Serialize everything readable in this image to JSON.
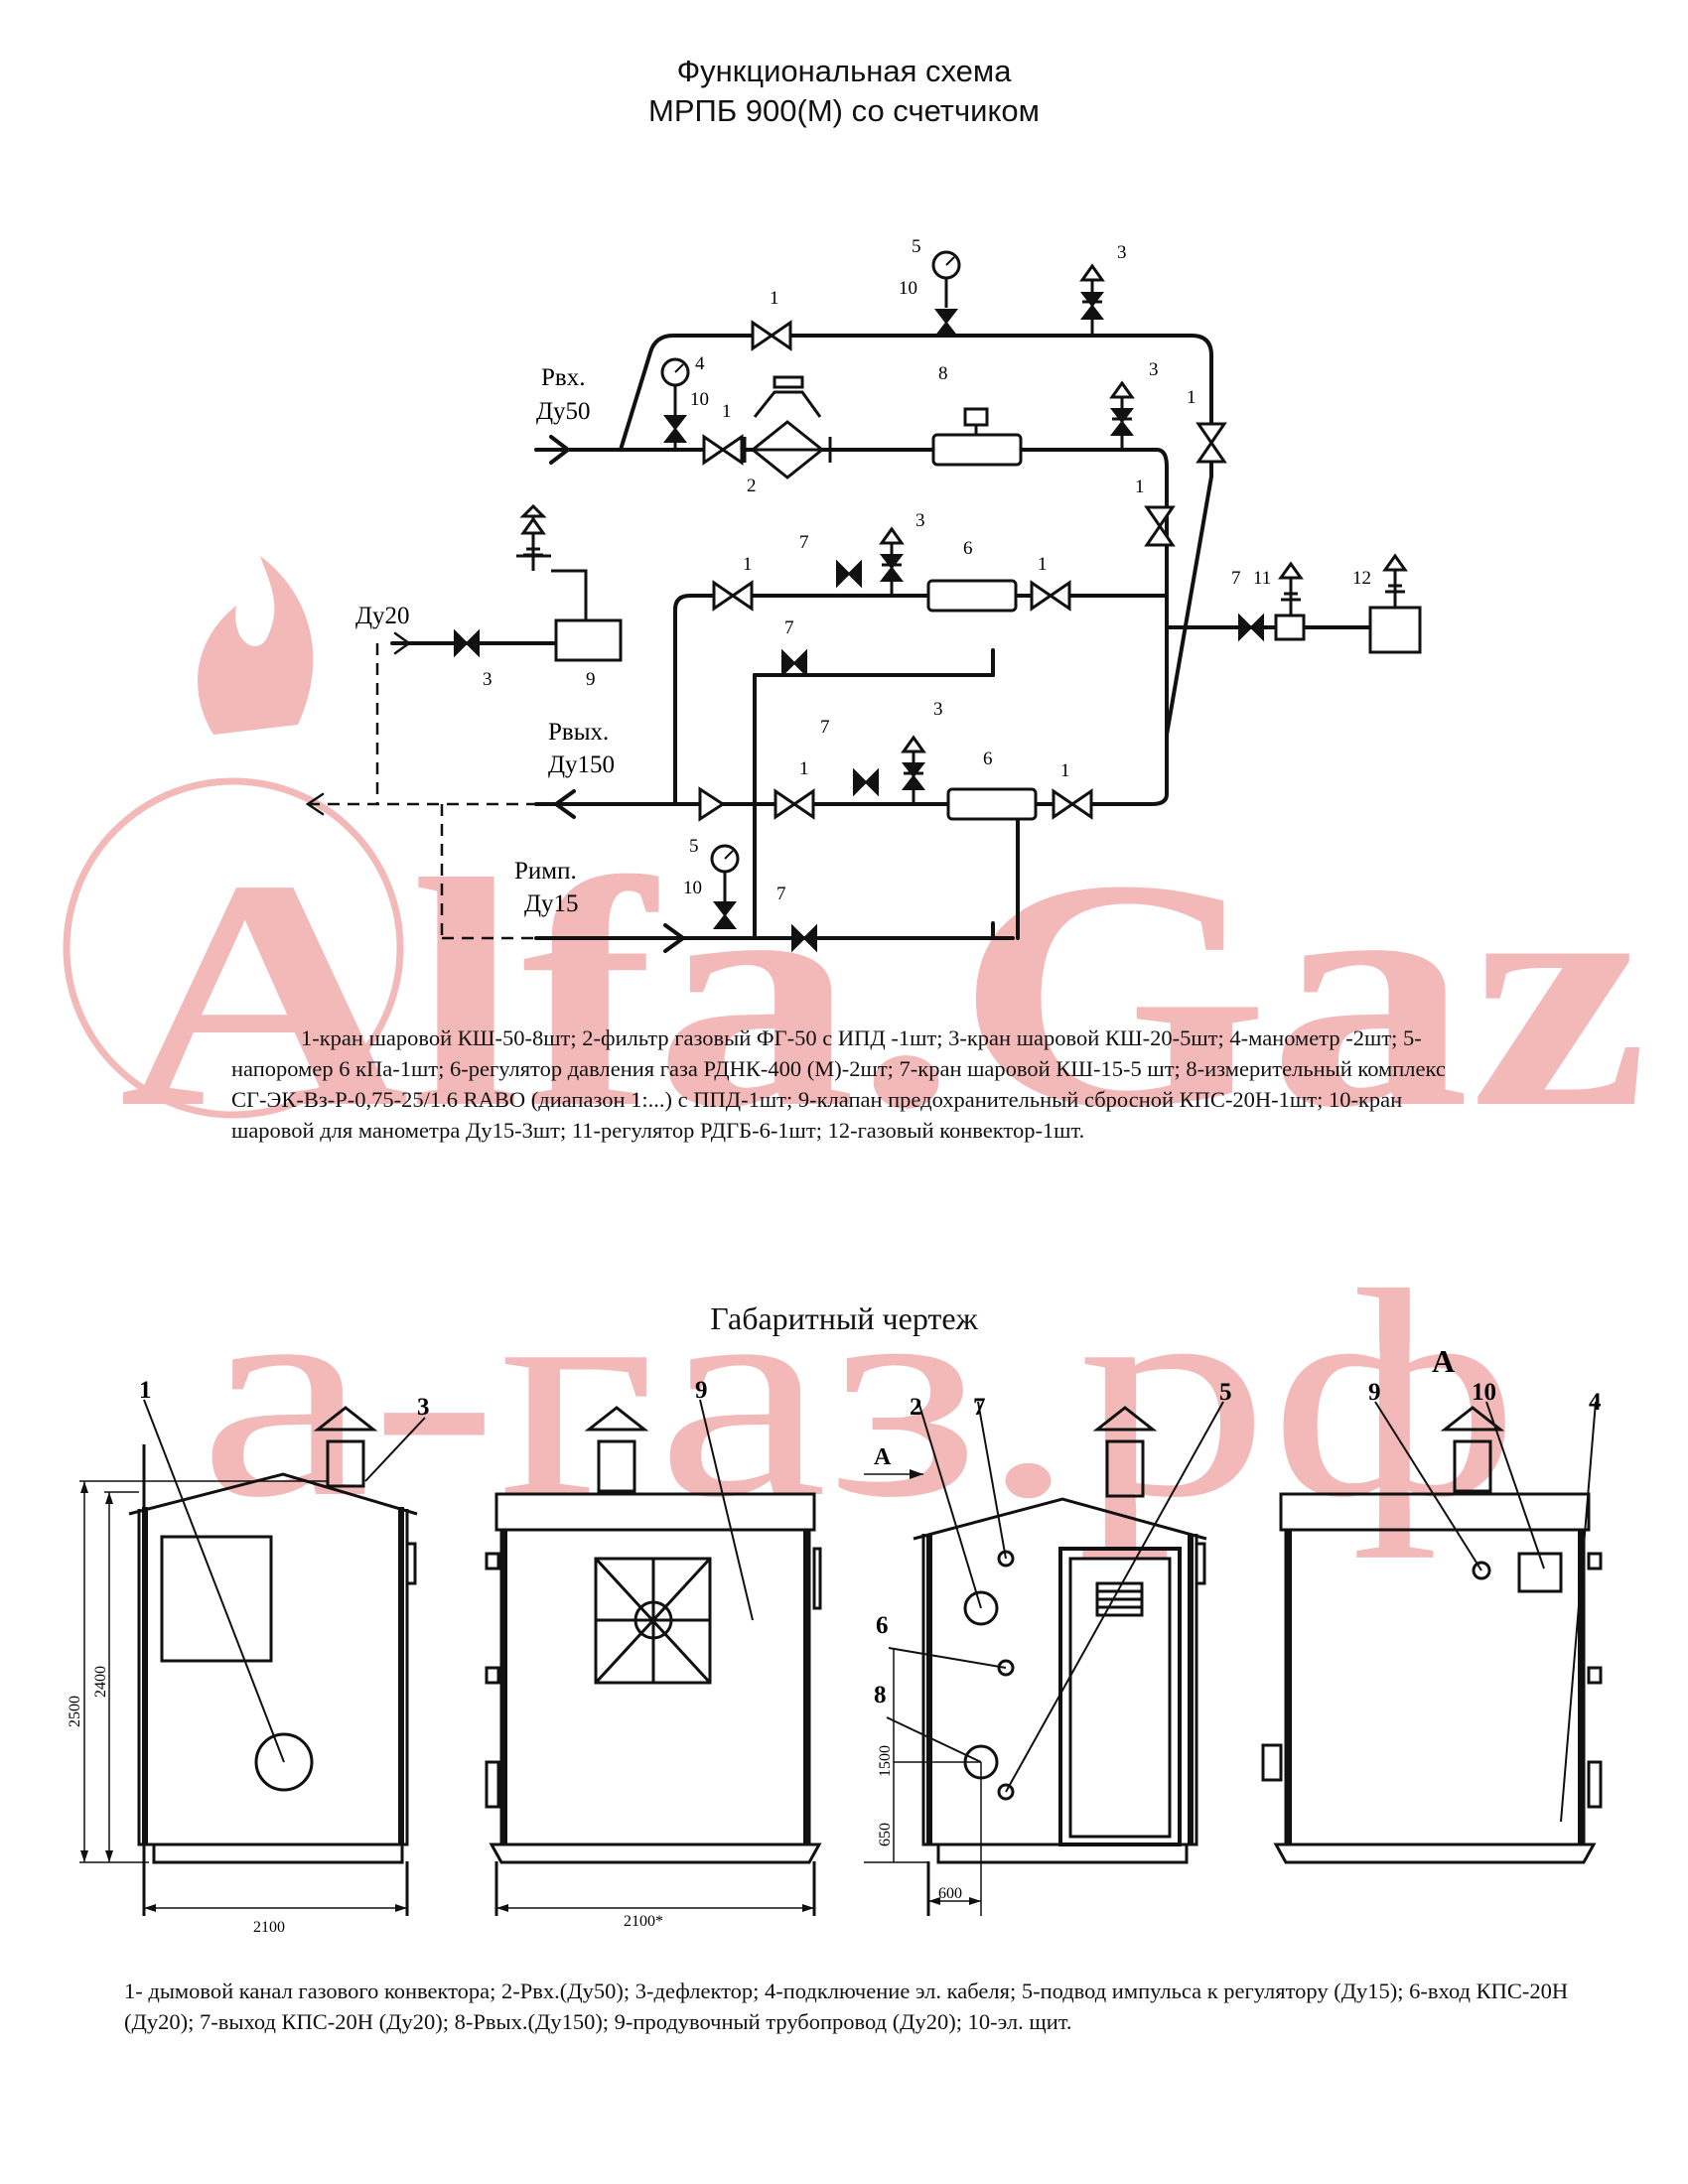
{
  "title": {
    "line1": "Функциональная схема",
    "line2": "МРПБ 900(М) со счетчиком"
  },
  "watermark": {
    "logo_text": "Alfa.Gaz",
    "site_text": "а-газ.рф",
    "color": "#f3b9b9"
  },
  "scheme": {
    "inlet_label": "Рвх.",
    "inlet_size": "Ду50",
    "outlet_label": "Рвых.",
    "outlet_size": "Ду150",
    "impulse_label": "Римп.",
    "impulse_size": "Ду15",
    "vent_size": "Ду20",
    "markers": {
      "n1": "1",
      "n2": "2",
      "n3": "3",
      "n4": "4",
      "n5": "5",
      "n6": "6",
      "n7": "7",
      "n8": "8",
      "n9": "9",
      "n10": "10",
      "n11": "11",
      "n12": "12"
    }
  },
  "legend1": "1-кран шаровой КШ-50-8шт; 2-фильтр газовый ФГ-50 с ИПД -1шт; 3-кран шаровой КШ-20-5шт; 4-манометр -2шт; 5-напоромер 6 кПа-1шт; 6-регулятор давления газа РДНК-400 (М)-2шт; 7-кран шаровой КШ-15-5 шт; 8-измерительный комплекс СГ-ЭК-Вз-Р-0,75-25/1.6 RABO (диапазон 1:...) с ППД-1шт; 9-клапан предохранительный сбросной КПС-20Н-1шт; 10-кран шаровой для манометра Ду15-3шт; 11-регулятор РДГБ-6-1шт; 12-газовый конвектор-1шт.",
  "drawing": {
    "title": "Габаритный чертеж",
    "view_letter": "А",
    "arrow_label": "А",
    "dims": {
      "h2500": "2500",
      "h2400": "2400",
      "w2100": "2100",
      "w2100s": "2100*",
      "h1500": "1500",
      "h650": "650",
      "w600": "600"
    }
  },
  "legend2": "1- дымовой канал газового конвектора; 2-Рвх.(Ду50); 3-дефлектор; 4-подключение эл. кабеля; 5-подвод импульса к регулятору (Ду15); 6-вход КПС-20Н (Ду20); 7-выход КПС-20Н (Ду20); 8-Рвых.(Ду150); 9-продувочный трубопровод (Ду20); 10-эл. щит."
}
